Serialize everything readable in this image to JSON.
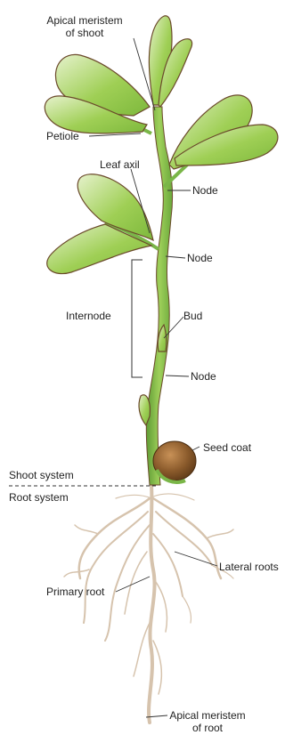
{
  "labels": {
    "apical_shoot_line1": "Apical meristem",
    "apical_shoot_line2": "of shoot",
    "petiole": "Petiole",
    "leaf_axil": "Leaf axil",
    "node_upper": "Node",
    "node_middle": "Node",
    "internode": "Internode",
    "bud": "Bud",
    "node_lower": "Node",
    "seed_coat": "Seed coat",
    "shoot_system": "Shoot system",
    "root_system": "Root system",
    "lateral_roots": "Lateral roots",
    "primary_root": "Primary root",
    "apical_root_line1": "Apical meristem",
    "apical_root_line2": "of root"
  },
  "colors": {
    "leaf_fill": "#8cc63e",
    "leaf_light": "#d9ecb8",
    "stem": "#7ab648",
    "outline": "#6b4a2b",
    "seed": "#8a5a2b",
    "root": "#d8c6b2",
    "leader": "#333333"
  }
}
